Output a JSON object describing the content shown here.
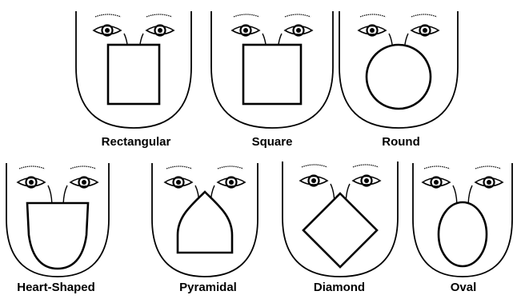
{
  "figure": {
    "faces": [
      {
        "id": "rectangular",
        "label": "Rectangular",
        "shape": "rectangle"
      },
      {
        "id": "square",
        "label": "Square",
        "shape": "square"
      },
      {
        "id": "round",
        "label": "Round",
        "shape": "circle"
      },
      {
        "id": "heart-shaped",
        "label": "Heart-Shaped",
        "shape": "heart"
      },
      {
        "id": "pyramidal",
        "label": "Pyramidal",
        "shape": "pyramid"
      },
      {
        "id": "diamond",
        "label": "Diamond",
        "shape": "diamond"
      },
      {
        "id": "oval",
        "label": "Oval",
        "shape": "oval"
      }
    ],
    "colors": {
      "line": "#000000",
      "background": "#ffffff"
    }
  }
}
